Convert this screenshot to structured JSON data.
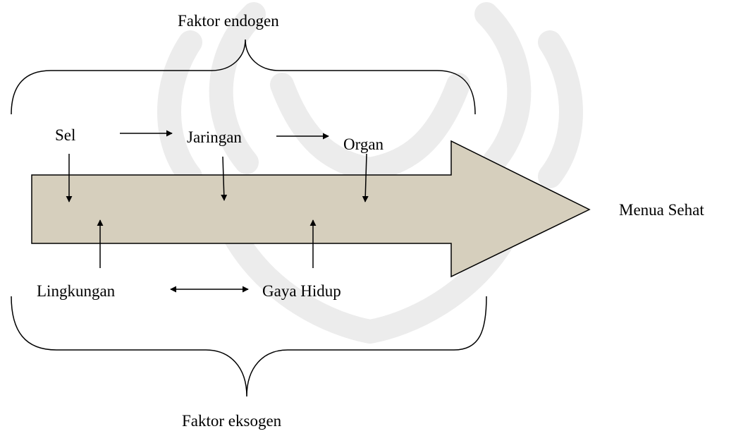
{
  "labels": {
    "endogen": "Faktor endogen",
    "eksogen": "Faktor eksogen",
    "sel": "Sel",
    "jaringan": "Jaringan",
    "organ": "Organ",
    "lingkungan": "Lingkungan",
    "gaya_hidup": "Gaya Hidup",
    "result": "Menua Sehat"
  },
  "colors": {
    "arrow_fill": "#d6cfbd",
    "stroke": "#000000",
    "watermark": "#ededed"
  }
}
